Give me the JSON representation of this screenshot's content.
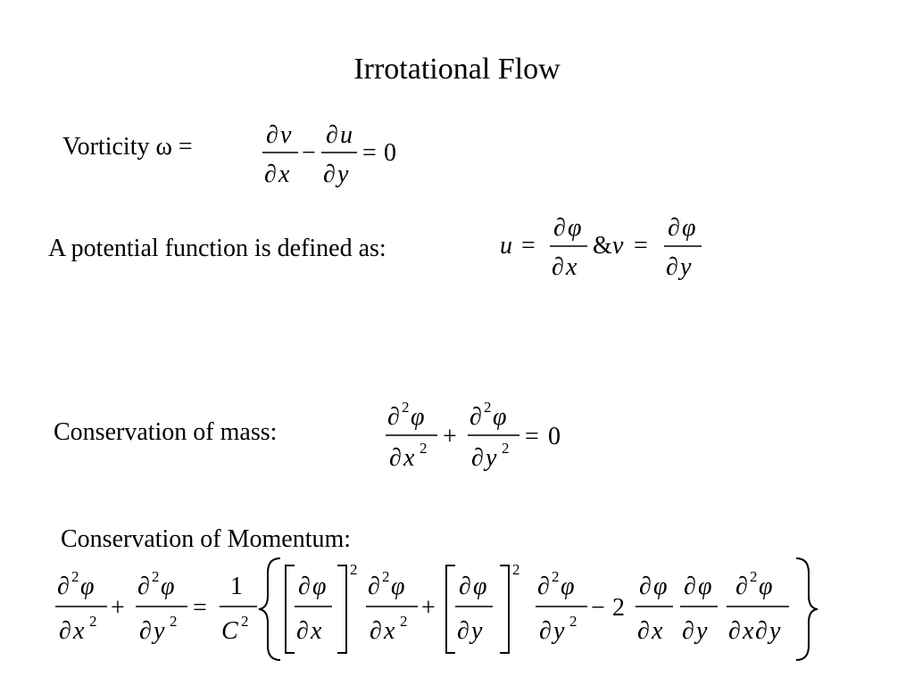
{
  "slide": {
    "title": "Irrotational Flow",
    "vorticity_label": "Vorticity ω =",
    "potential_label": "A potential function is defined as:",
    "mass_label": "Conservation of mass:",
    "momentum_label": "Conservation of Momentum:"
  },
  "symbols": {
    "partial": "∂",
    "phi": "φ",
    "minus": "−",
    "plus": "+",
    "equals": "=",
    "zero": "0",
    "one": "1",
    "two": "2",
    "amp": "&",
    "u": "u",
    "v": "v",
    "x": "x",
    "y": "y",
    "C": "C"
  }
}
